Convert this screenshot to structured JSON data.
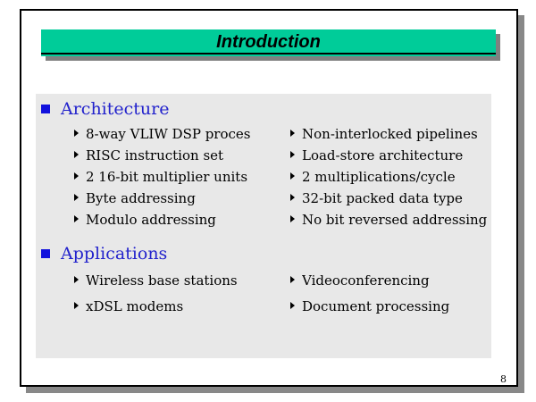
{
  "slide": {
    "title": "Introduction",
    "page_number": "8",
    "sections": [
      {
        "heading": "Architecture",
        "left": [
          "8-way VLIW DSP proces",
          "RISC instruction set",
          "2 16-bit multiplier units",
          "Byte addressing",
          "Modulo addressing"
        ],
        "right": [
          "Non-interlocked pipelines",
          "Load-store architecture",
          "2 multiplications/cycle",
          "32-bit packed data type",
          "No bit reversed addressing"
        ]
      },
      {
        "heading": "Applications",
        "left": [
          "Wireless base stations",
          "xDSL modems"
        ],
        "right": [
          "Videoconferencing",
          "Document processing"
        ]
      }
    ],
    "colors": {
      "title_bar_green": "#00CC99",
      "heading_blue": "#2222CC",
      "bullet_blue": "#1111DD",
      "content_bg": "#E8E8E8",
      "shadow_gray": "#888888"
    }
  }
}
